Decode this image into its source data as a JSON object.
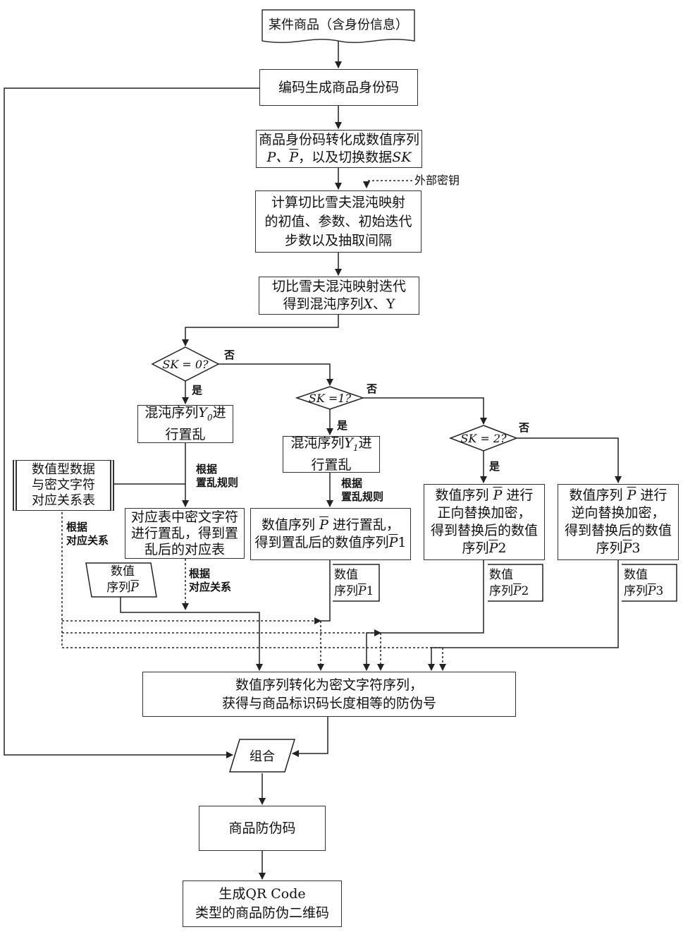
{
  "start": {
    "label": "某件商品（含身份信息）"
  },
  "encode": {
    "label": "编码生成商品身份码"
  },
  "convert": {
    "line1": "商品身份码转化成数值序列",
    "line2_a": "P、",
    "line2_b": "P",
    "line2_c": "，以及切换数据",
    "line2_d": "SK"
  },
  "ext_key": {
    "label": "外部密钥"
  },
  "compute": {
    "label": "计算切比雪夫混沌映射\n的初值、参数、初始迭代\n步数以及抽取间隔"
  },
  "iterate": {
    "line1": "切比雪夫混沌映射迭代",
    "line2_a": "得到混沌序列",
    "line2_b": "X",
    "line2_c": "、Y"
  },
  "d0": {
    "label": "SK = 0?",
    "yes": "是",
    "no": "否"
  },
  "d1": {
    "label": "SK =1?",
    "yes": "是",
    "no": "否"
  },
  "d2": {
    "label": "SK = 2?",
    "yes": "是",
    "no": "否"
  },
  "scr0": {
    "line1_a": "混沌序列",
    "line1_b": "Y",
    "line1_sub": "0",
    "line1_c": "进",
    "line2": "行置乱"
  },
  "scr1": {
    "line1_a": "混沌序列",
    "line1_b": "Y",
    "line1_sub": "1",
    "line1_c": "进",
    "line2": "行置乱"
  },
  "table_box": {
    "label": "数值型数据\n与密文字符\n对应关系表"
  },
  "rule0": {
    "label": "根据\n置乱规则"
  },
  "rule1": {
    "label": "根据\n置乱规则"
  },
  "by_corr1": {
    "label": "根据\n对应关系"
  },
  "by_corr2": {
    "label": "根据\n对应关系"
  },
  "tbl_scramble": {
    "label": "对应表中密文字符\n进行置乱，得到置\n乱后的对应表"
  },
  "num_p": {
    "line1": "数值",
    "line2": "序列",
    "sym": "P"
  },
  "perm": {
    "line1_a": "数值序列 ",
    "line1_b": "P",
    "line1_c": " 进行置乱，",
    "line2_a": "得到置乱后的数值序列",
    "line2_b": "P",
    "line2_c": "1"
  },
  "fwd": {
    "line1_a": "数值序列 ",
    "line1_b": "P",
    "line1_c": " 进行",
    "line2": "正向替换加密，",
    "line3": "得到替换后的数值",
    "line4_a": "序列",
    "line4_b": "P",
    "line4_c": "2"
  },
  "rev": {
    "line1_a": "数值序列 ",
    "line1_b": "P",
    "line1_c": " 进行",
    "line2": "逆向替换加密，",
    "line3": "得到替换后的数值",
    "line4_a": "序列",
    "line4_b": "P",
    "line4_c": "3"
  },
  "out1": {
    "line1": "数值",
    "line2": "序列",
    "sym": "P",
    "suffix": "1"
  },
  "out2": {
    "line1": "数值",
    "line2": "序列",
    "sym": "P",
    "suffix": "2"
  },
  "out3": {
    "line1": "数值",
    "line2": "序列",
    "sym": "P",
    "suffix": "3"
  },
  "to_cipher": {
    "label": "数值序列转化为密文字符序列，\n获得与商品标识码长度相等的防伪号"
  },
  "combine": {
    "label": "组合"
  },
  "anti_code": {
    "label": "商品防伪码"
  },
  "qr": {
    "label": "生成QR Code\n类型的商品防伪二维码"
  }
}
